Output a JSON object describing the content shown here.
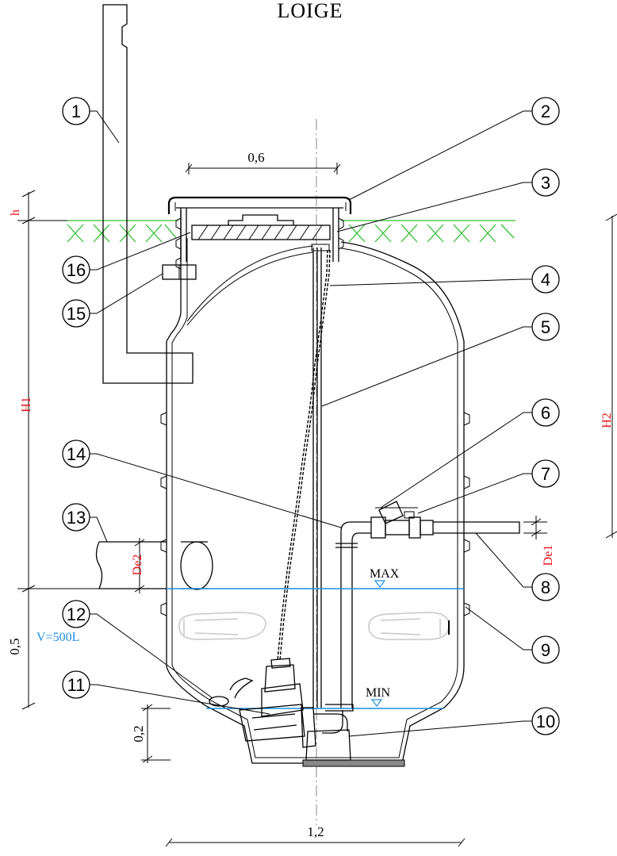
{
  "title": "LOIGE",
  "callouts": [
    "1",
    "2",
    "3",
    "4",
    "5",
    "6",
    "7",
    "8",
    "9",
    "10",
    "11",
    "12",
    "13",
    "14",
    "15",
    "16"
  ],
  "dimensions": {
    "top_width": "0,6",
    "bottom_width": "1,2",
    "h": "h",
    "H1": "H1",
    "H2": "H2",
    "bottom_height": "0,5",
    "pump_height": "0,2",
    "De1": "De1",
    "De2": "De2"
  },
  "levels": {
    "max": "MAX",
    "min": "MIN"
  },
  "volume": "V=500L",
  "colors": {
    "ground": "#2fbf2f",
    "water": "#1e8ee0",
    "red_labels": "#e8141c",
    "lines": "#000000",
    "ghost": "#c8c8c8"
  }
}
